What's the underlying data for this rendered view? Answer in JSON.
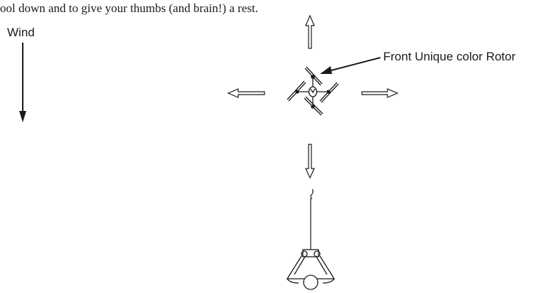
{
  "page": {
    "body_text": "ool down and to give your thumbs (and brain!) a rest."
  },
  "diagram": {
    "wind_label": "Wind",
    "rotor_label": "Front Unique color Rotor",
    "arrows": [
      "arrow-up",
      "arrow-down",
      "arrow-left",
      "arrow-right"
    ],
    "icons": [
      "quadcopter-icon",
      "pilot-icon",
      "transmitter-antenna-icon"
    ],
    "colors": {
      "ink": "#1a1a1a",
      "background": "#ffffff"
    }
  }
}
